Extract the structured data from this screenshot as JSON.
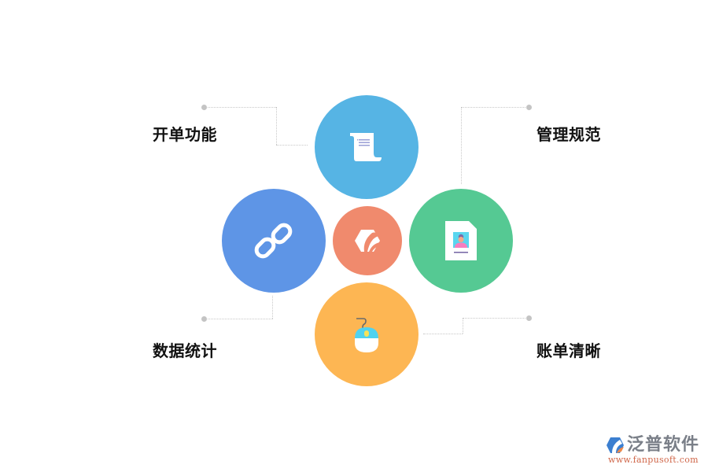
{
  "diagram": {
    "center": {
      "icon": "brand-leaf-hexagon-icon",
      "color": "#f08a6d"
    },
    "nodes": [
      {
        "id": "top",
        "label": "开单功能",
        "icon": "scroll-document-icon",
        "color": "#56b4e4"
      },
      {
        "id": "right",
        "label": "管理规范",
        "icon": "id-card-document-icon",
        "color": "#55c993"
      },
      {
        "id": "left",
        "label": "数据统计",
        "icon": "chain-link-icon",
        "color": "#5e95e6"
      },
      {
        "id": "bottom",
        "label": "账单清晰",
        "icon": "computer-mouse-icon",
        "color": "#fdb653"
      }
    ]
  },
  "labels": {
    "top_left": "开单功能",
    "top_right": "管理规范",
    "bottom_left": "数据统计",
    "bottom_right": "账单清晰"
  },
  "watermark": {
    "brand": "泛普软件",
    "url": "www.fanpusoft.com"
  }
}
